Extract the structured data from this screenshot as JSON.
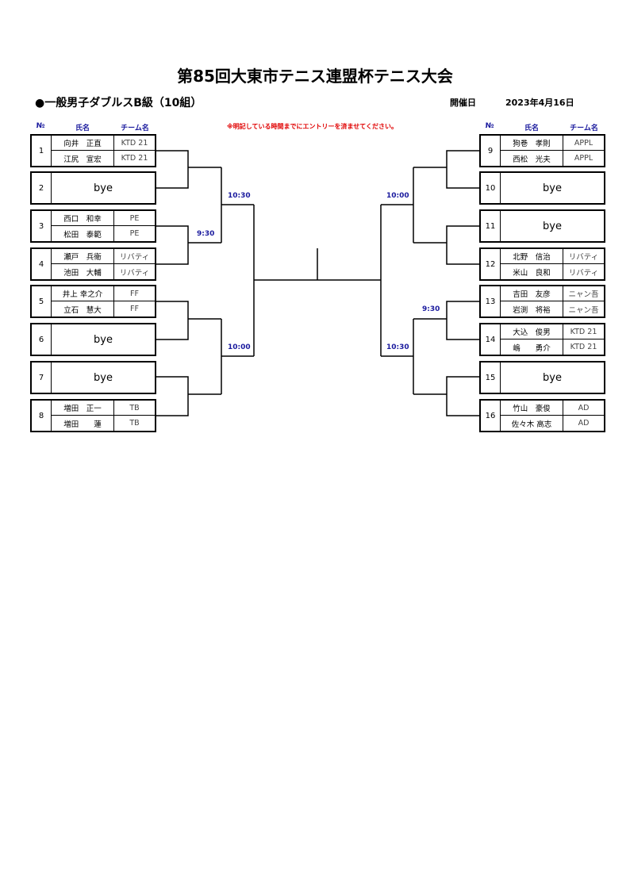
{
  "title": "第85回大東市テニス連盟杯テニス大会",
  "subtitle": "●一般男子ダブルスB級（10組）",
  "date_label": "開催日",
  "date_value": "2023年4月16日",
  "headers": {
    "no": "№",
    "name": "氏名",
    "team": "チーム名"
  },
  "notice": "※明記している時間までにエントリーを済ませてください。",
  "left_entries": [
    {
      "no": "1",
      "players": [
        {
          "name": "向井　正直",
          "team": "KTD 21"
        },
        {
          "name": "江尻　宣宏",
          "team": "KTD 21"
        }
      ]
    },
    {
      "no": "2",
      "bye": "bye"
    },
    {
      "no": "3",
      "players": [
        {
          "name": "西口　和幸",
          "team": "PE"
        },
        {
          "name": "松田　泰範",
          "team": "PE"
        }
      ]
    },
    {
      "no": "4",
      "players": [
        {
          "name": "瀬戸　兵衛",
          "team": "リバティ"
        },
        {
          "name": "池田　大輔",
          "team": "リバティ"
        }
      ]
    },
    {
      "no": "5",
      "players": [
        {
          "name": "井上 幸之介",
          "team": "FF"
        },
        {
          "name": "立石　慧大",
          "team": "FF"
        }
      ]
    },
    {
      "no": "6",
      "bye": "bye"
    },
    {
      "no": "7",
      "bye": "bye"
    },
    {
      "no": "8",
      "players": [
        {
          "name": "増田　正一",
          "team": "TB"
        },
        {
          "name": "増田　　蓮",
          "team": "TB"
        }
      ]
    }
  ],
  "right_entries": [
    {
      "no": "9",
      "players": [
        {
          "name": "狗巻　孝則",
          "team": "APPL"
        },
        {
          "name": "西松　光夫",
          "team": "APPL"
        }
      ]
    },
    {
      "no": "10",
      "bye": "bye"
    },
    {
      "no": "11",
      "bye": "bye"
    },
    {
      "no": "12",
      "players": [
        {
          "name": "北野　信治",
          "team": "リバティ"
        },
        {
          "name": "米山　良和",
          "team": "リバティ"
        }
      ]
    },
    {
      "no": "13",
      "players": [
        {
          "name": "吉田　友彦",
          "team": "ニャン吾"
        },
        {
          "name": "岩渕　将裕",
          "team": "ニャン吾"
        }
      ]
    },
    {
      "no": "14",
      "players": [
        {
          "name": "大込　俊男",
          "team": "KTD 21"
        },
        {
          "name": "嶋　　勇介",
          "team": "KTD 21"
        }
      ]
    },
    {
      "no": "15",
      "bye": "bye"
    },
    {
      "no": "16",
      "players": [
        {
          "name": "竹山　豪俊",
          "team": "AD"
        },
        {
          "name": "佐々木 高志",
          "team": "AD"
        }
      ]
    }
  ],
  "match_times": {
    "left_r1_34": "9:30",
    "left_r2_top": "10:30",
    "left_r2_bottom": "10:00",
    "right_r2_top": "10:00",
    "right_r1_1314": "9:30",
    "right_r2_bottom": "10:30"
  }
}
